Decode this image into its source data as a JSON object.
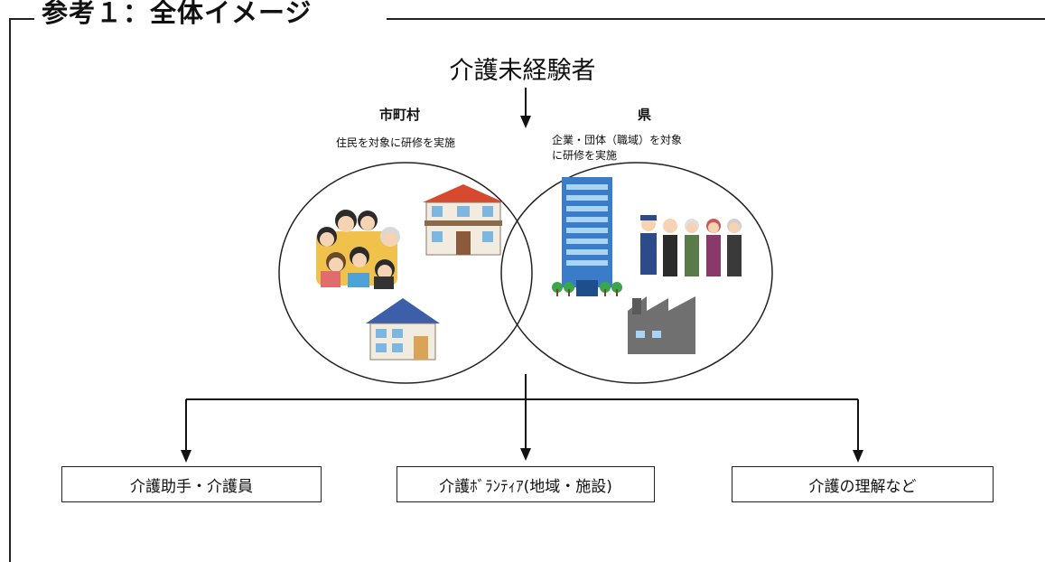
{
  "heading": "参考１：全体イメージ",
  "top_label": "介護未経験者",
  "municipality": {
    "title": "市町村",
    "description": "住民を対象に研修を実施"
  },
  "prefecture": {
    "title": "県",
    "description_line1": "企業・団体（職域）を対象",
    "description_line2": "に研修を実施"
  },
  "outcomes": [
    {
      "label": "介護助手・介護員"
    },
    {
      "label": "介護ﾎﾞﾗﾝﾃｨｱ(地域・施設)"
    },
    {
      "label": "介護の理解など"
    }
  ],
  "illustrations": {
    "left_circle": [
      "crowd-of-residents",
      "two-story-house",
      "family-home"
    ],
    "right_circle": [
      "office-building",
      "group-of-workers",
      "factory"
    ]
  }
}
